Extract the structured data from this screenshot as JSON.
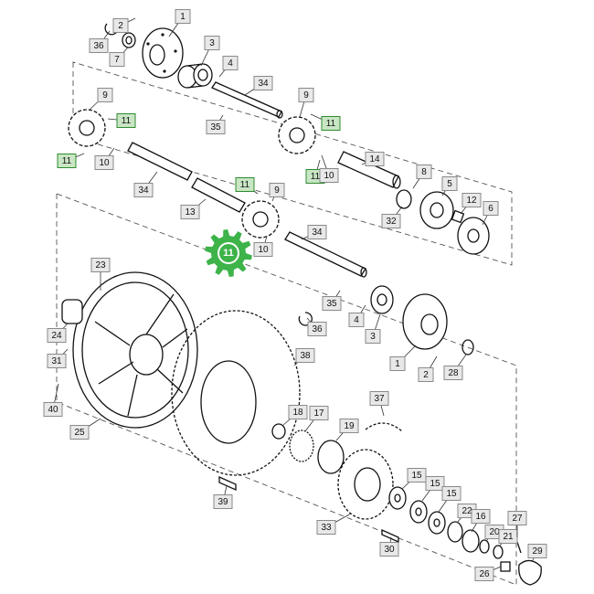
{
  "diagram": {
    "selected_part": "11",
    "highlight_color": "#3db34a",
    "callouts": [
      {
        "id": "c1",
        "label": "1"
      },
      {
        "id": "c2",
        "label": "2"
      },
      {
        "id": "c36a",
        "label": "36"
      },
      {
        "id": "c7",
        "label": "7"
      },
      {
        "id": "c3a",
        "label": "3"
      },
      {
        "id": "c4a",
        "label": "4"
      },
      {
        "id": "c34a",
        "label": "34"
      },
      {
        "id": "c35a",
        "label": "35"
      },
      {
        "id": "c9a",
        "label": "9"
      },
      {
        "id": "c11a",
        "label": "11"
      },
      {
        "id": "c11b",
        "label": "11"
      },
      {
        "id": "c10a",
        "label": "10"
      },
      {
        "id": "c9b",
        "label": "9"
      },
      {
        "id": "c11c",
        "label": "11"
      },
      {
        "id": "c11d",
        "label": "11"
      },
      {
        "id": "c10b",
        "label": "10"
      },
      {
        "id": "c14",
        "label": "14"
      },
      {
        "id": "c34b",
        "label": "34"
      },
      {
        "id": "c13",
        "label": "13"
      },
      {
        "id": "c11e",
        "label": "11"
      },
      {
        "id": "c9c",
        "label": "9"
      },
      {
        "id": "c10c",
        "label": "10"
      },
      {
        "id": "c8",
        "label": "8"
      },
      {
        "id": "c5",
        "label": "5"
      },
      {
        "id": "c32",
        "label": "32"
      },
      {
        "id": "c12",
        "label": "12"
      },
      {
        "id": "c6",
        "label": "6"
      },
      {
        "id": "c34c",
        "label": "34"
      },
      {
        "id": "c23",
        "label": "23"
      },
      {
        "id": "c24",
        "label": "24"
      },
      {
        "id": "c31",
        "label": "31"
      },
      {
        "id": "c40",
        "label": "40"
      },
      {
        "id": "c25",
        "label": "25"
      },
      {
        "id": "c35b",
        "label": "35"
      },
      {
        "id": "c4b",
        "label": "4"
      },
      {
        "id": "c36b",
        "label": "36"
      },
      {
        "id": "c3b",
        "label": "3"
      },
      {
        "id": "c1b",
        "label": "1"
      },
      {
        "id": "c2b",
        "label": "2"
      },
      {
        "id": "c28",
        "label": "28"
      },
      {
        "id": "c38",
        "label": "38"
      },
      {
        "id": "c37",
        "label": "37"
      },
      {
        "id": "c18",
        "label": "18"
      },
      {
        "id": "c17",
        "label": "17"
      },
      {
        "id": "c19",
        "label": "19"
      },
      {
        "id": "c15a",
        "label": "15"
      },
      {
        "id": "c15b",
        "label": "15"
      },
      {
        "id": "c15c",
        "label": "15"
      },
      {
        "id": "c39",
        "label": "39"
      },
      {
        "id": "c33",
        "label": "33"
      },
      {
        "id": "c30",
        "label": "30"
      },
      {
        "id": "c22",
        "label": "22"
      },
      {
        "id": "c16",
        "label": "16"
      },
      {
        "id": "c20",
        "label": "20"
      },
      {
        "id": "c21",
        "label": "21"
      },
      {
        "id": "c27",
        "label": "27"
      },
      {
        "id": "c29",
        "label": "29"
      },
      {
        "id": "c26",
        "label": "26"
      }
    ]
  }
}
